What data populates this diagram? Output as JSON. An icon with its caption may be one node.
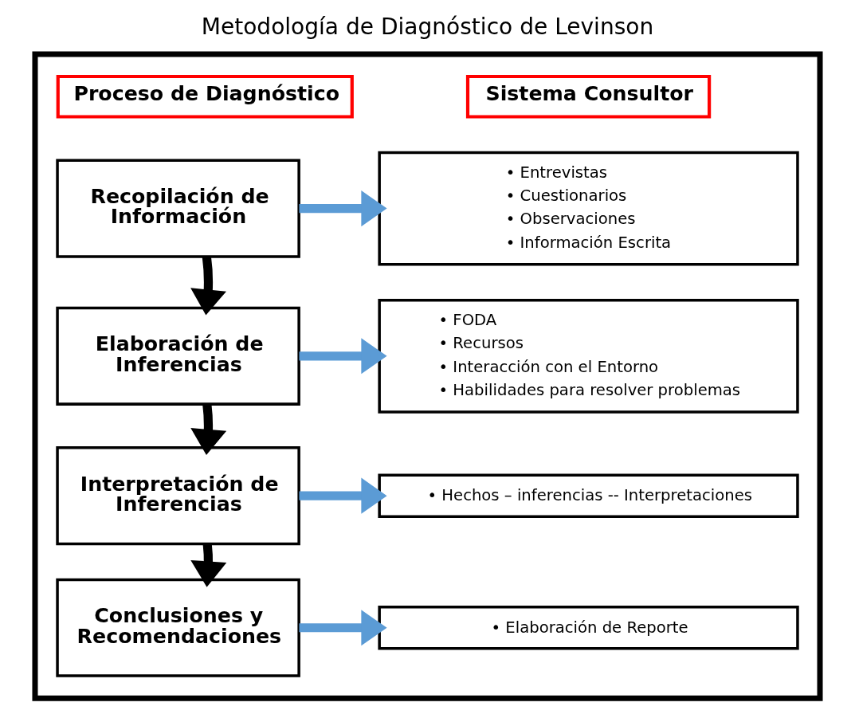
{
  "diagram": {
    "title": "Metodología de Diagnóstico de Levinson",
    "nodes": [
      {
        "text": [],
        "shape": "box"
      },
      {
        "text": [
          "Proceso de Diagnóstico"
        ],
        "in": 0
      },
      {
        "text": [
          "Sistema Consultor"
        ],
        "in": 0
      },
      {
        "text": [
          "Recopilación de Información"
        ],
        "in": 0
      },
      {
        "text": [
          "• Entrevistas",
          "• Cuestionarios",
          "• Observaciones",
          "• Información Escrita"
        ],
        "in": 0
      },
      {
        "text": [
          "Elaboración de Inferencias"
        ],
        "in": 0
      },
      {
        "text": [
          "• FODA",
          "• Recursos",
          "• Interacción con el Entorno",
          "• Habilidades para resolver problemas"
        ],
        "in": 0
      },
      {
        "text": [
          "Interpretación de Inferencias"
        ],
        "in": 0
      },
      {
        "text": [
          "• Hechos – inferencias -- Interpretaciones"
        ],
        "in": 0
      },
      {
        "text": [
          "Conclusiones y Recomendaciones"
        ],
        "in": 0
      },
      {
        "text": [
          "• Elaboración de Reporte"
        ],
        "in": 0
      }
    ],
    "edges": [
      {
        "from": 3,
        "to": 4,
        "arrow": "to"
      },
      {
        "from": 3,
        "to": 5,
        "arrow": "to",
        "color": "#000000"
      },
      {
        "from": 5,
        "to": 6,
        "arrow": "to"
      },
      {
        "from": 5,
        "to": 7,
        "arrow": "to",
        "color": "#000000"
      },
      {
        "from": 7,
        "to": 8,
        "arrow": "to"
      },
      {
        "from": 7,
        "to": 9,
        "arrow": "to",
        "color": "#000000"
      },
      {
        "from": 9,
        "to": 10,
        "arrow": "to"
      }
    ]
  }
}
